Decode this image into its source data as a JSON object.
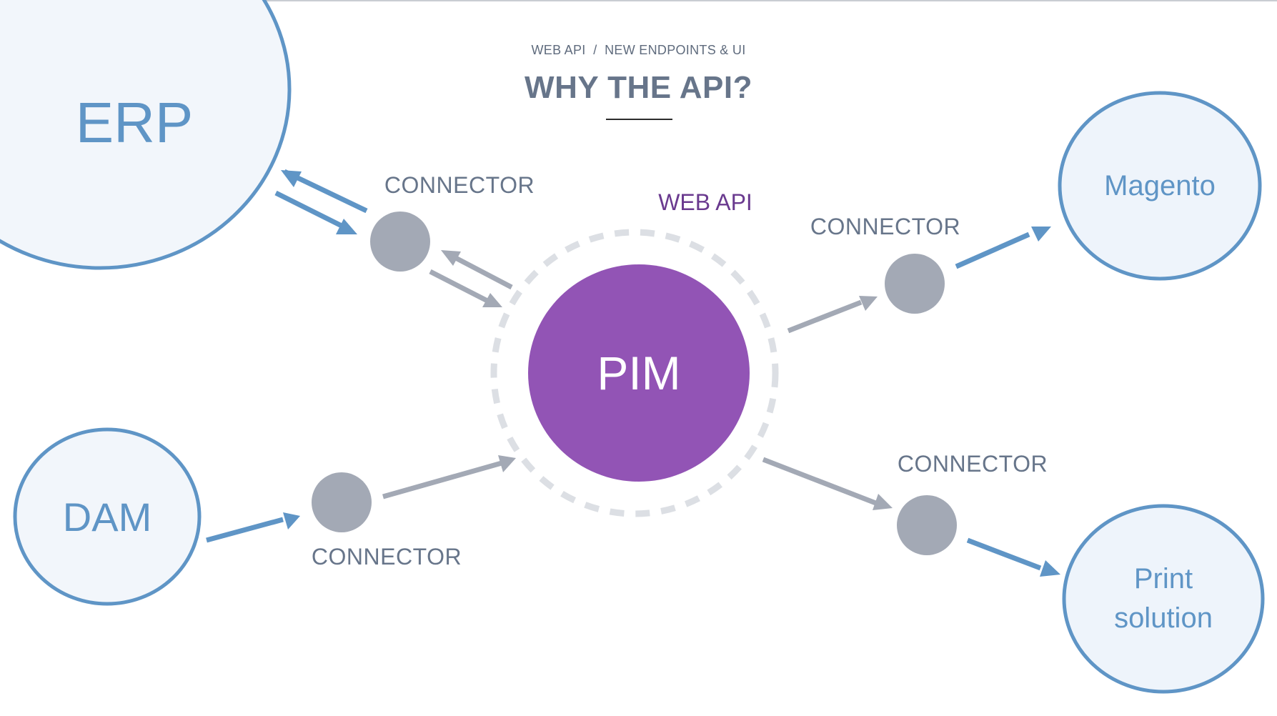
{
  "header": {
    "breadcrumb": "WEB API  /  NEW ENDPOINTS & UI",
    "title": "WHY THE API?"
  },
  "colors": {
    "system_stroke": "#5f95c6",
    "system_fill": "#eef4fb",
    "system_text": "#5f95c6",
    "connector_fill": "#a3a9b5",
    "connector_text": "#67758a",
    "pim_fill": "#9254b5",
    "pim_text": "#ffffff",
    "web_api_text": "#6a3a8f",
    "web_api_ring": "#dcdfe4",
    "blue_arrow": "#5f95c6",
    "gray_arrow": "#a3a9b5",
    "title_text": "#67758a"
  },
  "diagram": {
    "center": {
      "label": "PIM"
    },
    "web_api_label": "WEB API",
    "systems": [
      {
        "id": "erp",
        "label": "ERP"
      },
      {
        "id": "dam",
        "label": "DAM"
      },
      {
        "id": "magento",
        "label": "Magento"
      },
      {
        "id": "print",
        "label_line1": "Print",
        "label_line2": "solution"
      }
    ],
    "connectors": [
      {
        "id": "erp-connector",
        "label": "CONNECTOR",
        "link": "ERP <-> PIM",
        "direction": "bidirectional"
      },
      {
        "id": "dam-connector",
        "label": "CONNECTOR",
        "link": "DAM -> PIM",
        "direction": "inbound"
      },
      {
        "id": "magento-connector",
        "label": "CONNECTOR",
        "link": "PIM -> Magento",
        "direction": "outbound"
      },
      {
        "id": "print-connector",
        "label": "CONNECTOR",
        "link": "PIM -> Print solution",
        "direction": "outbound"
      }
    ]
  }
}
